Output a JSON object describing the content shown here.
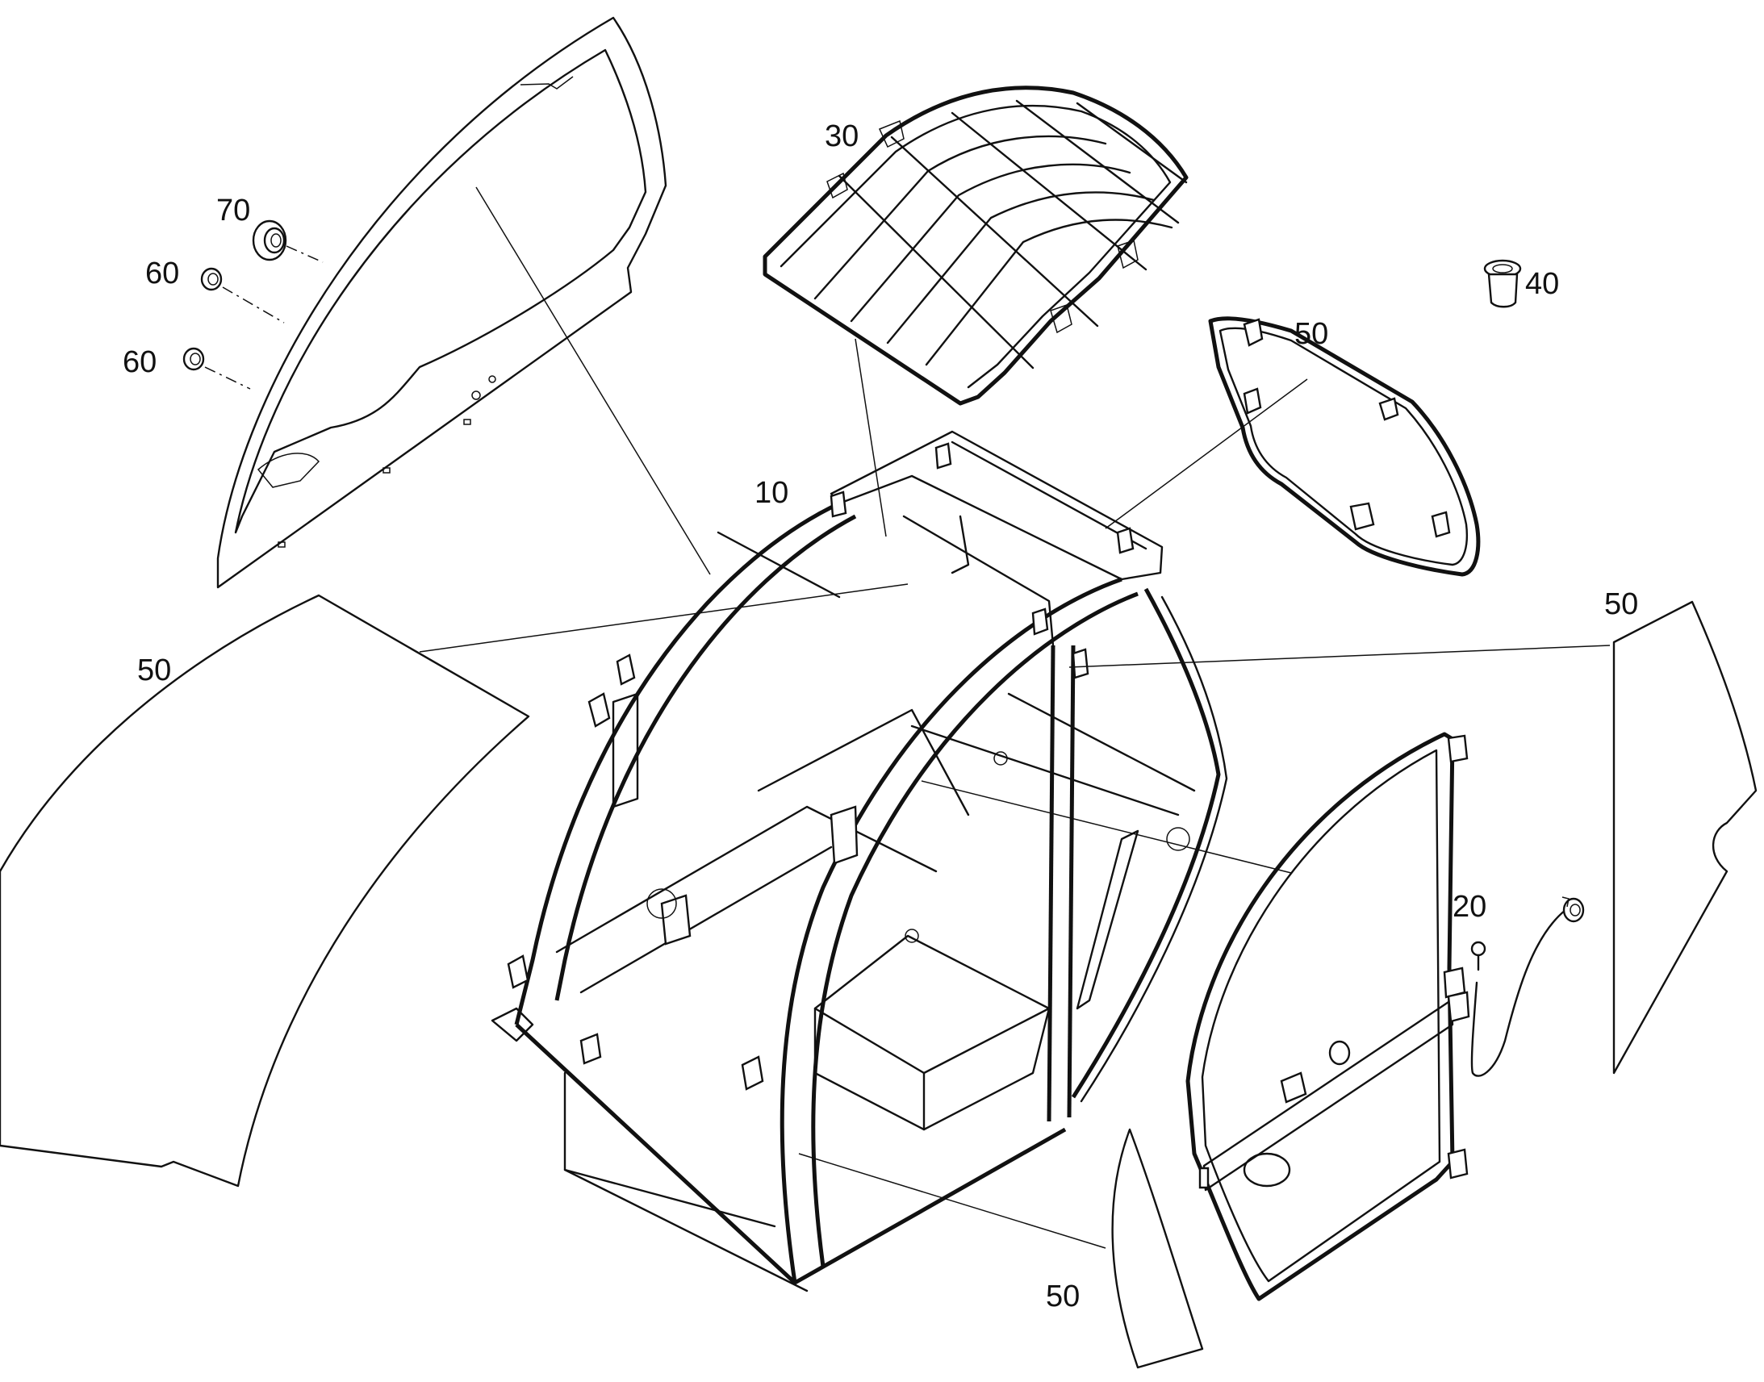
{
  "callouts": {
    "frame": "10",
    "door": "20",
    "roof_guard": "30",
    "plug": "40",
    "glass_left_large": "50",
    "glass_top": "50",
    "glass_right": "50",
    "glass_bottom": "50",
    "grommet_a": "60",
    "grommet_b": "60",
    "bushing": "70"
  }
}
